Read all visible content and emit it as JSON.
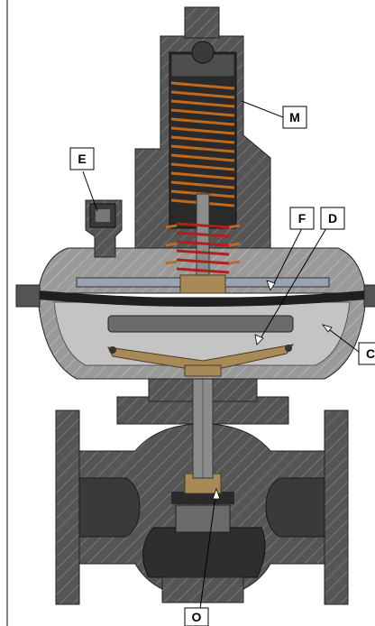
{
  "callouts": {
    "M": "M",
    "E": "E",
    "F": "F",
    "D": "D",
    "C": "C",
    "O": "O"
  },
  "colors": {
    "body": "#4a4a4a",
    "body_dark": "#2a2a2a",
    "section_light": "#8c8c8c",
    "cavity": "#bfbfbf",
    "spring": "#b8621e",
    "brass": "#a88a58",
    "red": "#b0201a",
    "frame": "#000000"
  }
}
